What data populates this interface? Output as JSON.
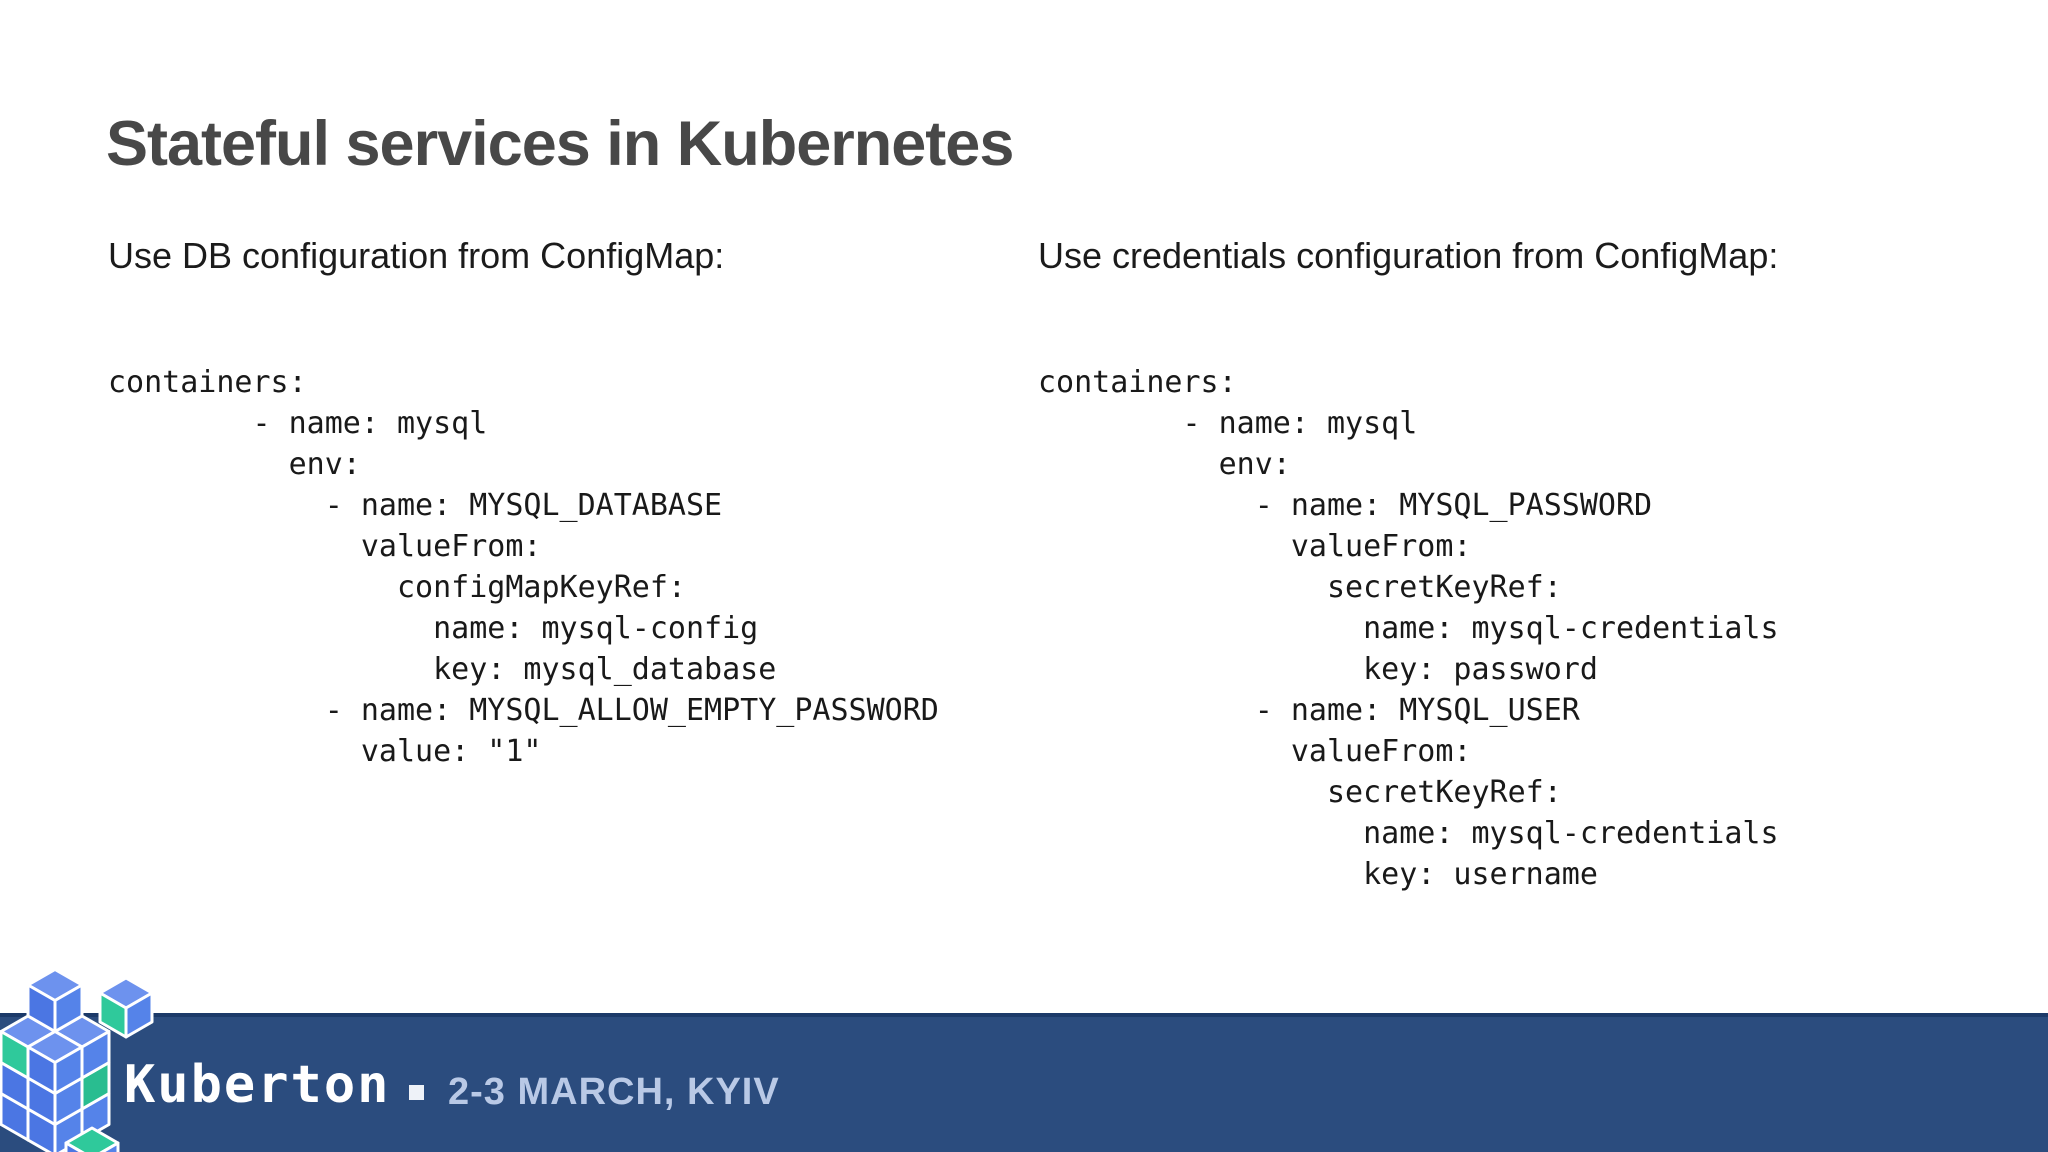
{
  "slide": {
    "title": "Stateful services in Kubernetes",
    "columns": [
      {
        "heading": "Use DB configuration from ConfigMap:",
        "code": "containers:\n        - name: mysql\n          env:\n            - name: MYSQL_DATABASE\n              valueFrom:\n                configMapKeyRef:\n                  name: mysql-config\n                  key: mysql_database\n            - name: MYSQL_ALLOW_EMPTY_PASSWORD\n              value: \"1\""
      },
      {
        "heading": "Use credentials configuration from ConfigMap:",
        "code": "containers:\n        - name: mysql\n          env:\n            - name: MYSQL_PASSWORD\n              valueFrom:\n                secretKeyRef:\n                  name: mysql-credentials\n                  key: password\n            - name: MYSQL_USER\n              valueFrom:\n                secretKeyRef:\n                  name: mysql-credentials\n                  key: username"
      }
    ]
  },
  "footer": {
    "brand": "Kuberton",
    "event": "2-3 MARCH, KYIV",
    "colors": {
      "bar": "#2b4c7e",
      "bar_edge": "#1c3a69",
      "brand_text": "#ffffff",
      "event_text": "#b9c9e6",
      "logo_green": "#2fc99b",
      "logo_green_dark": "#29bd90",
      "logo_blue_top": "#6d92ee",
      "logo_blue_left": "#4b76e3",
      "logo_blue_right": "#5583e9"
    }
  }
}
